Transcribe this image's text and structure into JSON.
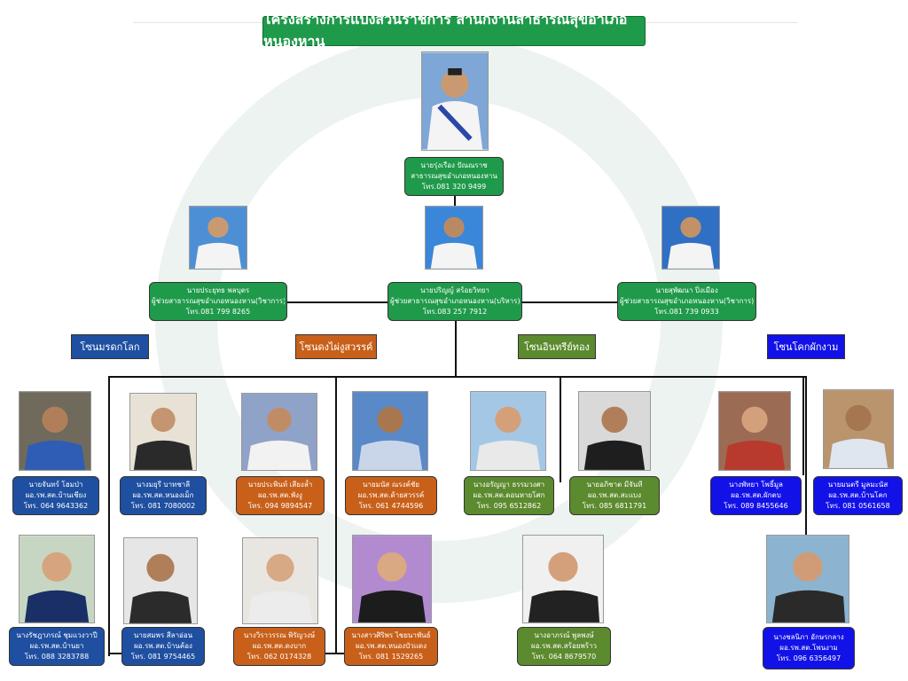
{
  "title": "โครงสร้างการแบ่งส่วนราชการ สำนักงานสาธารณสุขอำเภอหนองหาน",
  "colors": {
    "green": "#1f9a4a",
    "blue": "#1f4fa0",
    "orange": "#c8601a",
    "olive": "#5c8a2e",
    "bright_blue": "#1212e8"
  },
  "head": {
    "name": "นายรุ่งเรือง ปัณณราช",
    "role": "สาธารณสุขอำเภอหนองหาน",
    "phone": "โทร.081 320 9499"
  },
  "deputies": [
    {
      "name": "นายประยุทธ พลบุตร",
      "role": "ผู้ช่วยสาธารณสุขอำเภอหนองหาน(วิชาการ)",
      "phone": "โทร.081 799 8265"
    },
    {
      "name": "นายปริญญ์ สร้อยวิทยา",
      "role": "ผู้ช่วยสาธารณสุขอำเภอหนองหาน(บริหาร)",
      "phone": "โทร.083 257 7912"
    },
    {
      "name": "นายสุพัฒนา ปิ่งเมือง",
      "role": "ผู้ช่วยสาธารณสุขอำเภอหนองหาน(วิชาการ)",
      "phone": "โทร.081 739 0933"
    }
  ],
  "zones": [
    {
      "label": "โซนมรดกโลก",
      "color": "blue"
    },
    {
      "label": "โซนดงไผ่งูสวรรค์",
      "color": "orange"
    },
    {
      "label": "โซนอินทรีย์ทอง",
      "color": "olive"
    },
    {
      "label": "โซนโคกผักงาม",
      "color": "bright_blue"
    }
  ],
  "staff_row1": [
    {
      "name": "นายจันทร์ โฮมป่า",
      "unit": "ผอ.รพ.สต.บ้านเชียง",
      "phone": "โทร. 064 9643362"
    },
    {
      "name": "นางมยุรี บาทชาลี",
      "unit": "ผอ.รพ.สต.หนองเม็ก",
      "phone": "โทร. 081 7080002"
    },
    {
      "name": "นายประพินท์ เสียงล้ำ",
      "unit": "ผอ.รพ.สต.พังงู",
      "phone": "โทร. 094 9894547"
    },
    {
      "name": "นายมนัส ณรงค์ชัย",
      "unit": "ผอ.รพ.สต.ด้ายสวรรค์",
      "phone": "โทร. 061 4744596"
    },
    {
      "name": "นางอรัญญา ธรรมวงศา",
      "unit": "ผอ.รพ.สต.ดอนหายโศก",
      "phone": "โทร. 095 6512862"
    },
    {
      "name": "นายอภิชาต มีจันที",
      "unit": "ผอ.รพ.สต.สะแบง",
      "phone": "โทร. 085 6811791"
    },
    {
      "name": "นางพัทยา โพธิ์มูล",
      "unit": "ผอ.รพ.สต.ผักตบ",
      "phone": "โทร. 089 8455646"
    },
    {
      "name": "นายมนตรี มูลมะนัส",
      "unit": "ผอ.รพ.สต.บ้านโคก",
      "phone": "โทร. 081 0561658"
    }
  ],
  "staff_row2": [
    {
      "name": "นางรัชฎาภรณ์ ชุมแวงวาปี",
      "unit": "ผอ.รพ.สต.บ้านยา",
      "phone": "โทร. 088 3283788"
    },
    {
      "name": "นายสมพร สีลาอ่อน",
      "unit": "ผอ.รพ.สต.บ้านค้อง",
      "phone": "โทร. 081 9754465"
    },
    {
      "name": "นางวิราวรรณ พิรัญวงษ์",
      "unit": "ผอ.รพ.สต.ดงบาก",
      "phone": "โทร. 062 0174328"
    },
    {
      "name": "นางสาวศิริพร ไชยนาพันธ์",
      "unit": "ผอ.รพ.สต.หนองบัวแดง",
      "phone": "โทร. 081 1529265"
    },
    {
      "name": "นางอาภรณ์ พูลพงษ์",
      "unit": "ผอ.รพ.สต.สร้อยพร้าว",
      "phone": "โทร. 064 8679570"
    },
    {
      "name": "นางชลนิภา อักษรกลาง",
      "unit": "ผอ.รพ.สต.โพนงาม",
      "phone": "โทร. 096 6356497"
    }
  ]
}
